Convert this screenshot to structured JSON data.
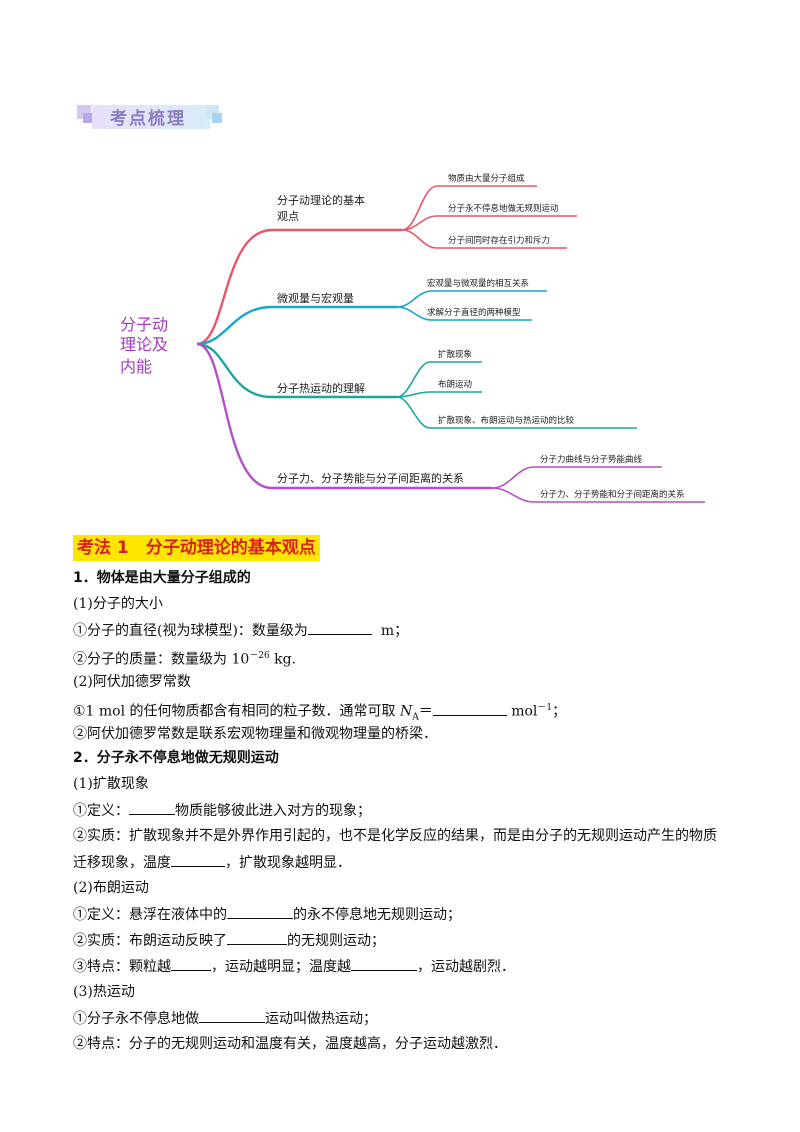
{
  "banner": {
    "title": "考点梳理"
  },
  "mindmap": {
    "root": "分子动理论及内能",
    "root_lines": [
      "分子动",
      "理论及",
      "内能"
    ],
    "branches": [
      {
        "label_lines": [
          "分子动理论的基本",
          "观点"
        ],
        "color": "#e8566a",
        "leaves": [
          "物质由大量分子组成",
          "分子永不停息地做无规则运动",
          "分子间同时存在引力和斥力"
        ]
      },
      {
        "label_lines": [
          "微观量与宏观量"
        ],
        "color": "#1aa6c8",
        "leaves": [
          "宏观量与微观量的相互关系",
          "求解分子直径的两种模型"
        ]
      },
      {
        "label_lines": [
          "分子热运动的理解"
        ],
        "color": "#1aa6a0",
        "leaves": [
          "扩散现象",
          "布朗运动",
          "扩散现象、布朗运动与热运动的比较"
        ]
      },
      {
        "label_lines": [
          "分子力、分子势能与分子间距离的关系"
        ],
        "color": "#b54fc9",
        "leaves": [
          "分子力曲线与分子势能曲线",
          "分子力、分子势能和分子间距离的关系"
        ]
      }
    ]
  },
  "section": {
    "heading": "考法 1　分子动理论的基本观点"
  },
  "content": {
    "p1": "1．物体是由大量分子组成的",
    "p2": "(1)分子的大小",
    "p3a": "①分子的直径(视为球模型)：数量级为",
    "p3b": "m；",
    "p4a": "②分子的质量：数量级为 10",
    "p4sup": "－26",
    "p4b": " kg.",
    "p5": "(2)阿伏加德罗常数",
    "p6a": "①1 mol 的任何物质都含有相同的粒子数．通常可取 ",
    "p6N": "N",
    "p6sub": "A",
    "p6b": "＝",
    "p6c": " mol",
    "p6sup": "－1",
    "p6d": "；",
    "p7": "②阿伏加德罗常数是联系宏观物理量和微观物理量的桥梁．",
    "p8": "2．分子永不停息地做无规则运动",
    "p9": "(1)扩散现象",
    "p10a": "①定义：",
    "p10b": "物质能够彼此进入对方的现象；",
    "p11": "②实质：扩散现象并不是外界作用引起的，也不是化学反应的结果，而是由分子的无规则运动产生的物质",
    "p12a": "迁移现象，温度",
    "p12b": "，扩散现象越明显．",
    "p13": "(2)布朗运动",
    "p14a": "①定义：悬浮在液体中的",
    "p14b": "的永不停息地无规则运动；",
    "p15a": "②实质：布朗运动反映了",
    "p15b": "的无规则运动；",
    "p16a": "③特点：颗粒越",
    "p16b": "，运动越明显；温度越",
    "p16c": "，运动越剧烈．",
    "p17": "(3)热运动",
    "p18a": "①分子永不停息地做",
    "p18b": "运动叫做热运动；",
    "p19": "②特点：分子的无规则运动和温度有关，温度越高，分子运动越激烈．"
  }
}
